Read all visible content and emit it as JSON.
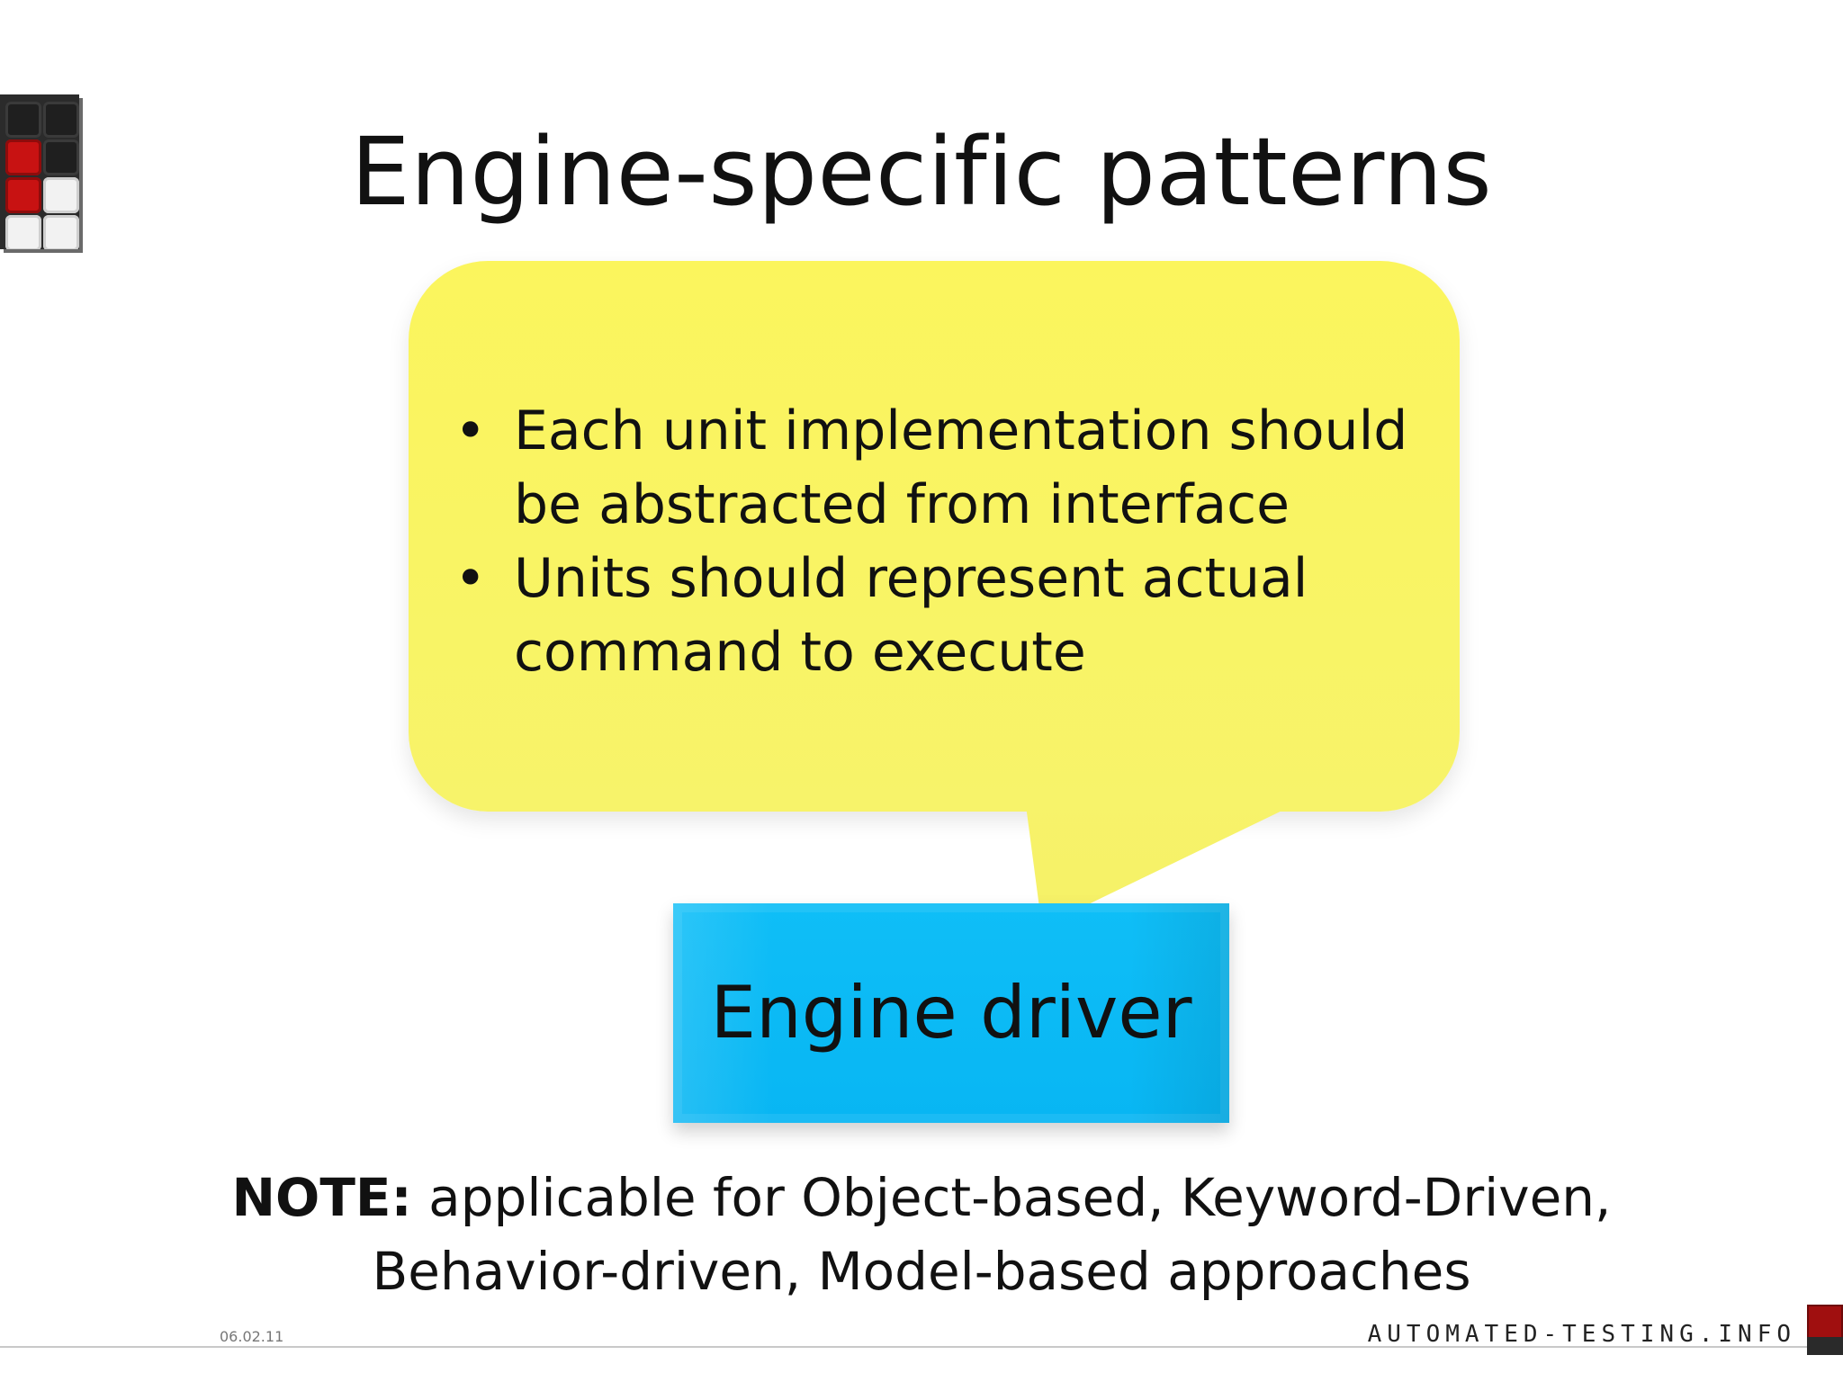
{
  "slide": {
    "title": "Engine-specific patterns",
    "bubble": {
      "bullets": [
        "Each unit implementation should be abstracted from interface",
        "Units should represent actual command to execute"
      ]
    },
    "engine_box_label": "Engine driver",
    "note": {
      "prefix": "NOTE:",
      "line1_rest": " applicable for Object-based, Keyword-Driven,",
      "line2": "Behavior-driven, Model-based approaches"
    },
    "footer": {
      "date": "06.02.11",
      "brand": "AUTOMATED-TESTING.INFO"
    }
  },
  "colors": {
    "bubble_yellow": "#F7F36A",
    "engine_blue": "#08B6F3",
    "brand_red": "#C81212",
    "text_dark": "#111111",
    "footer_gray": "#777777"
  },
  "icons": {
    "logo": "bricks-logo-icon",
    "bullet": "bullet-dot-icon"
  }
}
